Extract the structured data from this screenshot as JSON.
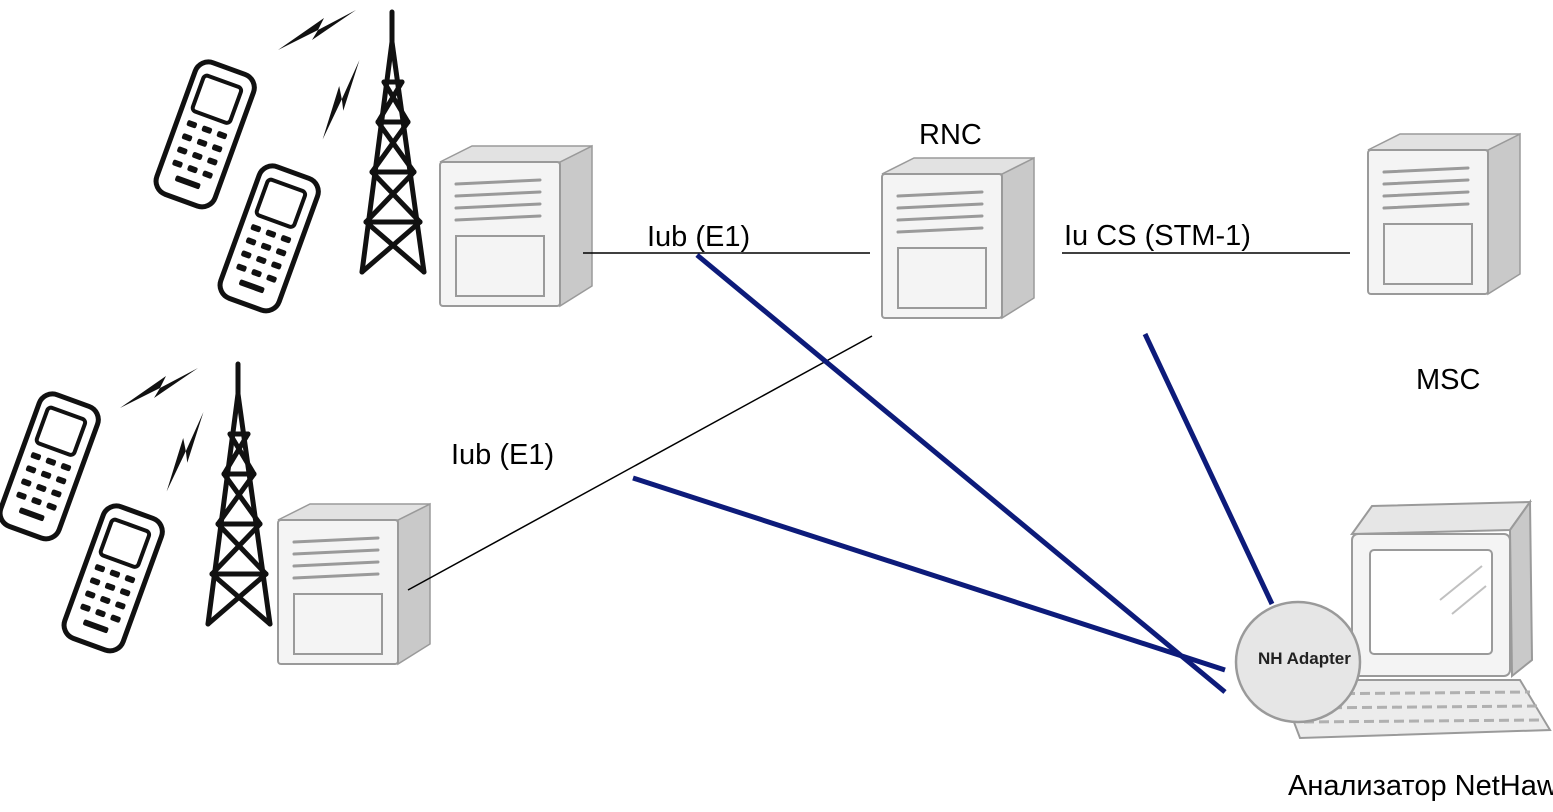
{
  "labels": {
    "rnc": "RNC",
    "msc": "MSC",
    "iub_top": "Iub (E1)",
    "iub_bottom": "Iub (E1)",
    "iucs": "Iu CS  (STM-1)",
    "adapter": "NH Adapter",
    "analyzer": "Анализатор NetHawk"
  },
  "colors": {
    "monitor_line": "#0d1b7a",
    "link_line": "#000000",
    "device_gray": "#9a9a9a",
    "adapter_fill": "#e6e6e6"
  },
  "nodes": [
    {
      "id": "mobile-group-top",
      "type": "handsets-and-tower"
    },
    {
      "id": "mobile-group-bottom",
      "type": "handsets-and-tower"
    },
    {
      "id": "nodeb-top",
      "type": "server"
    },
    {
      "id": "nodeb-bottom",
      "type": "server"
    },
    {
      "id": "rnc",
      "type": "server"
    },
    {
      "id": "msc",
      "type": "server"
    },
    {
      "id": "nethawk-analyzer",
      "type": "computer"
    }
  ],
  "edges": [
    {
      "from": "nodeb-top",
      "to": "rnc",
      "label": "Iub (E1)"
    },
    {
      "from": "nodeb-bottom",
      "to": "rnc",
      "label": "Iub (E1)"
    },
    {
      "from": "rnc",
      "to": "msc",
      "label": "Iu CS  (STM-1)"
    },
    {
      "from": "nethawk-analyzer",
      "to": "nodeb-top-to-rnc"
    },
    {
      "from": "nethawk-analyzer",
      "to": "nodeb-bottom-to-rnc"
    },
    {
      "from": "nethawk-analyzer",
      "to": "rnc-to-msc"
    }
  ]
}
